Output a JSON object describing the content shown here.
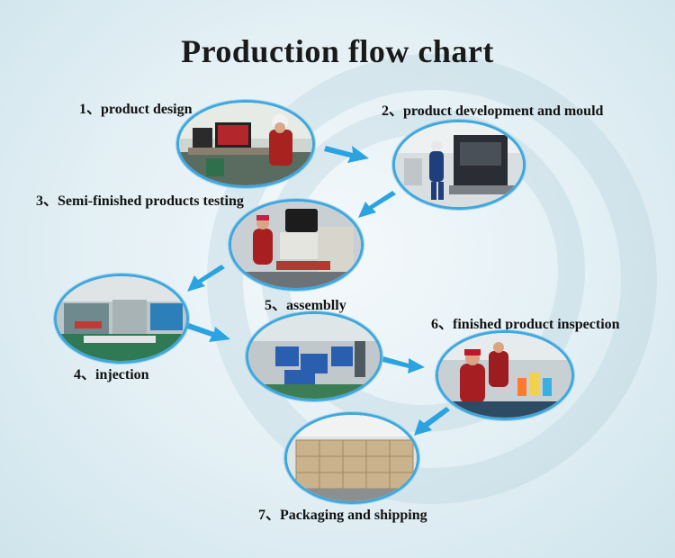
{
  "title": "Production flow chart",
  "steps": [
    {
      "num": "1",
      "sep": "、",
      "label": "product design"
    },
    {
      "num": "2",
      "sep": "、",
      "label": "product development and mould"
    },
    {
      "num": "3",
      "sep": "、",
      "label": "Semi-finished products testing"
    },
    {
      "num": "4",
      "sep": "、",
      "label": "injection"
    },
    {
      "num": "5",
      "sep": "、",
      "label": "assemblly"
    },
    {
      "num": "6",
      "sep": "、",
      "label": "finished product inspection"
    },
    {
      "num": "7",
      "sep": "、",
      "label": "Packaging and shipping"
    }
  ],
  "colors": {
    "arrow": "#2aa3e0",
    "photo_border": "#3fa7de"
  }
}
